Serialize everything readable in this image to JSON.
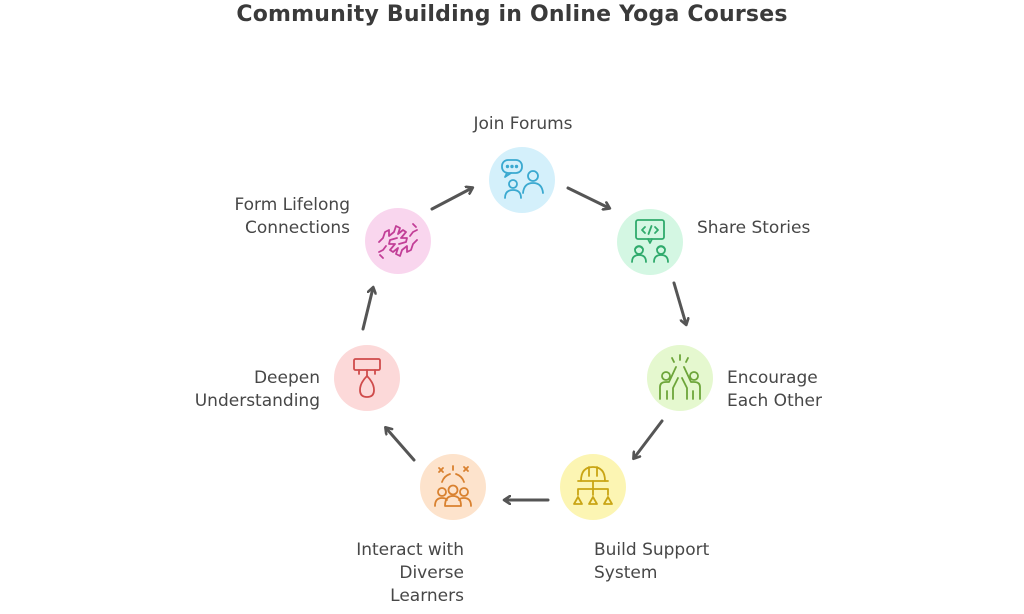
{
  "title": "Community Building in Online Yoga Courses",
  "steps": [
    {
      "label": "Join Forums",
      "icon": "discussion-people-icon",
      "color": "#d4f0fb",
      "stroke": "#3aa9d0"
    },
    {
      "label": "Share Stories",
      "icon": "presentation-people-icon",
      "color": "#d4f7e3",
      "stroke": "#2faa6c"
    },
    {
      "label": "Encourage\nEach Other",
      "icon": "high-five-icon",
      "color": "#e5f8cf",
      "stroke": "#6da53a"
    },
    {
      "label": "Build Support\nSystem",
      "icon": "hierarchy-hardhat-icon",
      "color": "#fcf5b3",
      "stroke": "#c9a514"
    },
    {
      "label": "Interact with\nDiverse\nLearners",
      "icon": "group-sparkle-icon",
      "color": "#fde3cc",
      "stroke": "#d9812f"
    },
    {
      "label": "Deepen\nUnderstanding",
      "icon": "lamp-icon",
      "color": "#fcd9d9",
      "stroke": "#cf4b4b"
    },
    {
      "label": "Form Lifelong\nConnections",
      "icon": "puzzle-hands-icon",
      "color": "#f9d6ee",
      "stroke": "#c23f97"
    }
  ],
  "arrow_color": "#555555"
}
